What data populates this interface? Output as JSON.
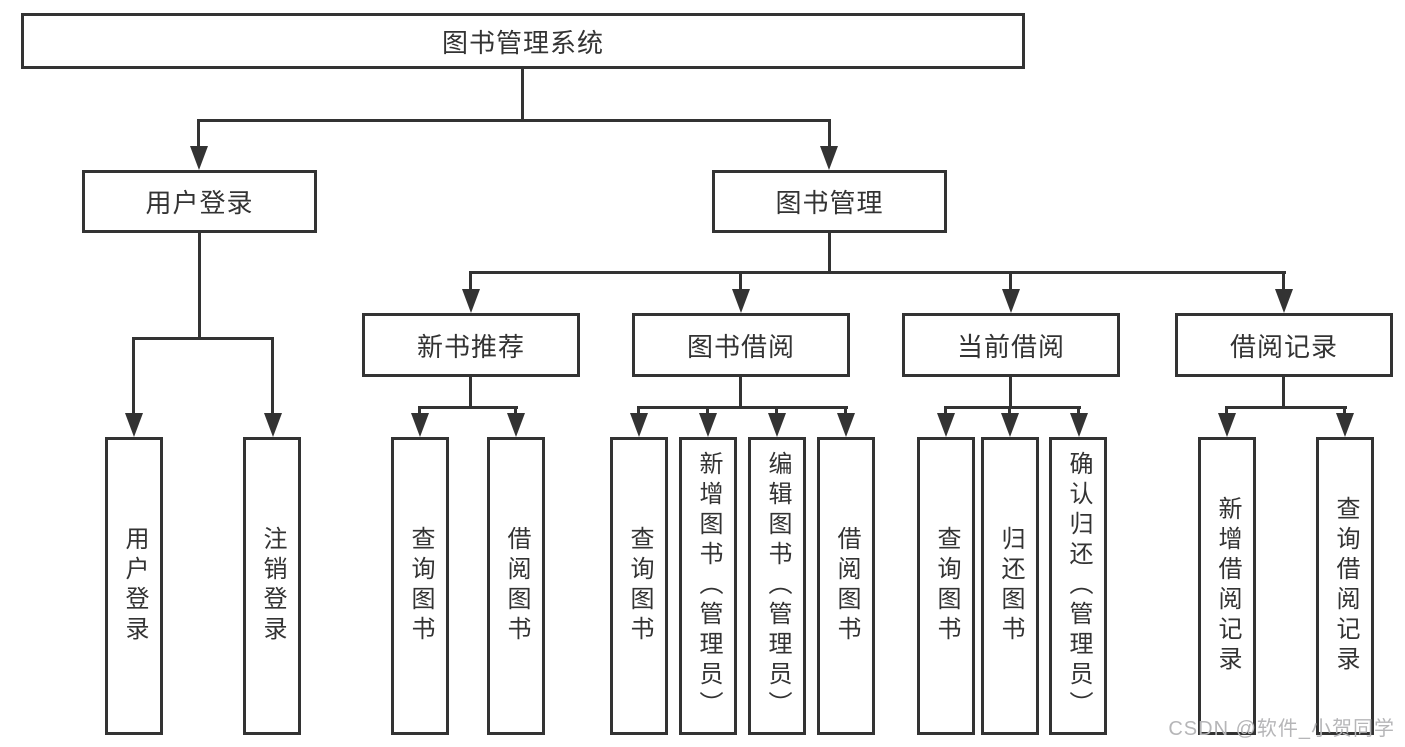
{
  "tree": {
    "root": {
      "label": "图书管理系统"
    },
    "level2": [
      {
        "label": "用户登录",
        "children": [
          {
            "label": "用户登录"
          },
          {
            "label": "注销登录"
          }
        ]
      },
      {
        "label": "图书管理",
        "sections": [
          {
            "label": "新书推荐",
            "children": [
              {
                "label": "查询图书"
              },
              {
                "label": "借阅图书"
              }
            ]
          },
          {
            "label": "图书借阅",
            "children": [
              {
                "label": "查询图书"
              },
              {
                "label": "新增图书（管理员）"
              },
              {
                "label": "编辑图书（管理员）"
              },
              {
                "label": "借阅图书"
              }
            ]
          },
          {
            "label": "当前借阅",
            "children": [
              {
                "label": "查询图书"
              },
              {
                "label": "归还图书"
              },
              {
                "label": "确认归还（管理员）"
              }
            ]
          },
          {
            "label": "借阅记录",
            "children": [
              {
                "label": "新增借阅记录"
              },
              {
                "label": "查询借阅记录"
              }
            ]
          }
        ]
      }
    ]
  },
  "watermark": {
    "text": "CSDN @软件_小贺同学"
  },
  "colors": {
    "line": "#333333",
    "text": "#333333",
    "box_background": "#ffffff",
    "page_background": "#ffffff",
    "watermark": "#b6b6b8"
  }
}
